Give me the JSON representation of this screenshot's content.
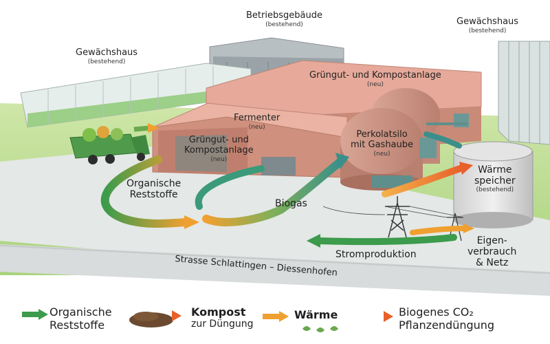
{
  "buildings": {
    "betrieb": {
      "name": "Betriebsgebäude",
      "status": "(bestehend)"
    },
    "gewaechshaus_left": {
      "name": "Gewächshaus",
      "status": "(bestehend)"
    },
    "gewaechshaus_right": {
      "name": "Gewächshaus",
      "status": "(bestehend)"
    },
    "kompost_back": {
      "name": "Grüngut- und Kompostanlage",
      "status": "(neu)"
    },
    "fermenter": {
      "name": "Fermenter",
      "status": "(neu)"
    },
    "kompost_front": {
      "line1": "Grüngut- und",
      "line2": "Kompostanlage",
      "status": "(neu)"
    },
    "perkolat": {
      "line1": "Perkolatsilo",
      "line2": "mit Gashaube",
      "status": "(neu)"
    },
    "waerme": {
      "line1": "Wärme",
      "line2": "speicher",
      "status": "(bestehend)"
    }
  },
  "flows": {
    "organic": {
      "line1": "Organische",
      "line2": "Reststoffe"
    },
    "biogas": "Biogas",
    "strom": "Stromproduktion",
    "eigen": {
      "line1": "Eigen-",
      "line2": "verbrauch",
      "line3": "& Netz"
    }
  },
  "road": "Strasse Schlattingen – Diessenhofen",
  "legend": {
    "item1": {
      "line1": "Organische",
      "line2": "Reststoffe"
    },
    "item2": {
      "line1": "Kompost",
      "line2": "zur Düngung"
    },
    "item3": "Wärme",
    "item4": {
      "line1": "Biogenes CO₂",
      "line2": "Pflanzendüngung"
    }
  },
  "colors": {
    "green": "#3c9b4c",
    "teal": "#3a8f8a",
    "orange": "#f0902a",
    "roof": "#e6a99a",
    "wall": "#c98a78"
  }
}
